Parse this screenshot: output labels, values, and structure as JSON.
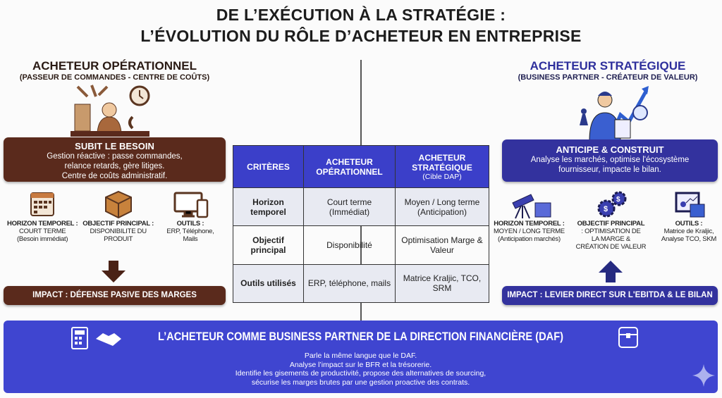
{
  "title": {
    "line1": "DE L’EXÉCUTION À LA STRATÉGIE :",
    "line2": "L’ÉVOLUTION DU RÔLE D’ACHETEUR EN ENTREPRISE"
  },
  "left": {
    "heading": "ACHETEUR OPÉRATIONNEL",
    "subheading": "(PASSEUR DE COMMANDES - CENTRE DE COÛTS)",
    "box": {
      "title": "SUBIT LE BESOIN",
      "lines": [
        "Gestion réactive : passe commandes,",
        "relance retards, gère litiges.",
        "Centre de coûts administratif."
      ]
    },
    "items": [
      {
        "icon": "calendar-icon",
        "title": "HORIZON TEMPOREL :",
        "lines": [
          "COURT TERME",
          "(Besoin immédiat)"
        ]
      },
      {
        "icon": "box-icon",
        "title": "OBJECTIF PRINCIPAL :",
        "lines": [
          "DISPONIBILITE DU",
          "PRODUIT"
        ]
      },
      {
        "icon": "devices-icon",
        "title": "OUTILS :",
        "lines": [
          "ERP, Téléphone,",
          "Mails"
        ]
      }
    ],
    "impact": "IMPACT : DÉFENSE PASIVE DES MARGES",
    "color": "#5a2a1c"
  },
  "right": {
    "heading": "ACHETEUR STRATÉGIQUE",
    "subheading": "(BUSINESS PARTNER - CRÉATEUR DE VALEUR)",
    "box": {
      "title": "ANTICIPE & CONSTRUIT",
      "lines": [
        "Analyse les marchés, optimise l'écosystème",
        "fournisseur, impacte le bilan."
      ]
    },
    "items": [
      {
        "icon": "telescope-icon",
        "title": "HORIZON TEMPOREL :",
        "lines": [
          "MOYEN / LONG TERME",
          "(Anticipation marchés)"
        ]
      },
      {
        "icon": "gears-icon",
        "title": "OBJECTIF PRINCIPAL",
        "lines": [
          ": OPTIMISATION DE",
          "LA MARGE &",
          "CRÉATION DE VALEUR"
        ]
      },
      {
        "icon": "analytics-icon",
        "title": "OUTILS :",
        "lines": [
          "Matrice de Kraljic,",
          "Analyse TCO, SKM"
        ]
      }
    ],
    "impact": "IMPACT : LEVIER DIRECT SUR L'EBITDA & LE BILAN",
    "color": "#33329e"
  },
  "table": {
    "headers": [
      "CRITÈRES",
      "ACHETEUR OPÉRATIONNEL",
      "ACHETEUR STRATÉGIQUE"
    ],
    "header_note": "(Cible DAP)",
    "rows": [
      [
        "Horizon temporel",
        "Court terme (Immédiat)",
        "Moyen / Long terme (Anticipation)"
      ],
      [
        "Objectif principal",
        "Disponibilité",
        "Optimisation Marge & Valeur"
      ],
      [
        "Outils utilisés",
        "ERP, téléphone, mails",
        "Matrice Kraljic, TCO, SRM"
      ]
    ],
    "header_color": "#3b3fc9"
  },
  "banner": {
    "title": "L’ACHETEUR COMME BUSINESS PARTNER DE LA DIRECTION FINANCIÈRE (DAF)",
    "lines": [
      "Parle la même langue que le DAF.",
      "Analyse l’impact sur le BFR et la trésorerie.",
      "Identifie les gisements de productivité, propose des alternatives de sourcing,",
      "sécurise les marges brutes par une gestion proactive des contrats."
    ],
    "color": "#3f45d0"
  }
}
